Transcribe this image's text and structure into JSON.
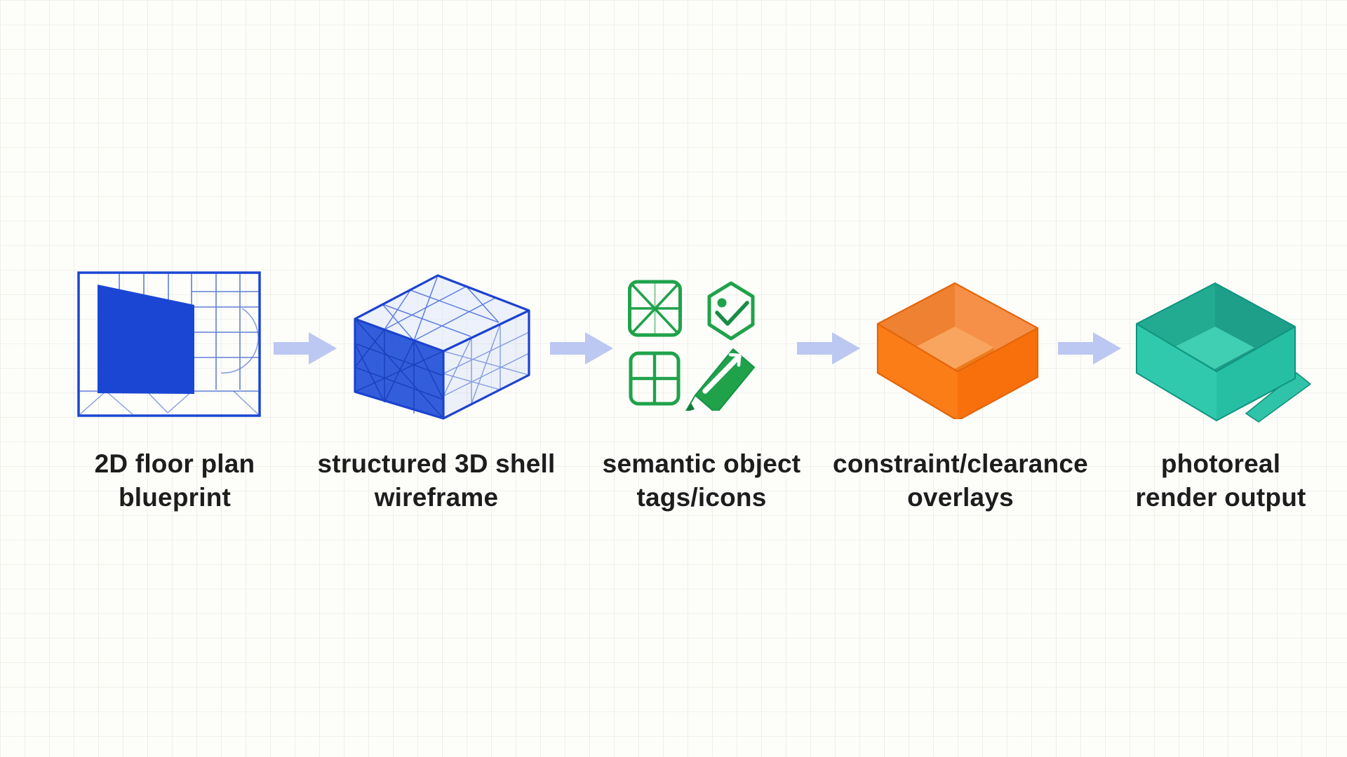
{
  "diagram": {
    "type": "pipeline-flow",
    "direction": "left-to-right",
    "arrow_count": 4
  },
  "colors": {
    "background": "#fdfdfa",
    "text": "#1d1d1d",
    "blueprint_blue": "#1b46d4",
    "wireframe_blue": "#2150d8",
    "tag_green": "#1fa24a",
    "overlay_orange": "#f97714",
    "render_teal": "#2cc2a7",
    "arrow_blue": "#bcc8f1"
  },
  "stages": [
    {
      "id": "floor-plan-blueprint",
      "icon": "floor-plan-blueprint-icon",
      "label_line1": "2D floor plan",
      "label_line2": "blueprint"
    },
    {
      "id": "shell-wireframe",
      "icon": "wireframe-3d-shell-icon",
      "label_line1": "structured 3D shell",
      "label_line2": "wireframe"
    },
    {
      "id": "semantic-tags",
      "icon": "semantic-tag-icons",
      "label_line1": "semantic object",
      "label_line2": "tags/icons"
    },
    {
      "id": "constraint-overlays",
      "icon": "open-box-clearance-icon",
      "label_line1": "constraint/clearance",
      "label_line2": "overlays"
    },
    {
      "id": "photoreal-render",
      "icon": "render-output-box-icon",
      "label_line1": "photoreal",
      "label_line2": "render output"
    }
  ],
  "arrows": [
    {
      "id": "arrow-1",
      "from": "floor-plan-blueprint",
      "to": "shell-wireframe"
    },
    {
      "id": "arrow-2",
      "from": "shell-wireframe",
      "to": "semantic-tags"
    },
    {
      "id": "arrow-3",
      "from": "semantic-tags",
      "to": "constraint-overlays"
    },
    {
      "id": "arrow-4",
      "from": "constraint-overlays",
      "to": "photoreal-render"
    }
  ]
}
